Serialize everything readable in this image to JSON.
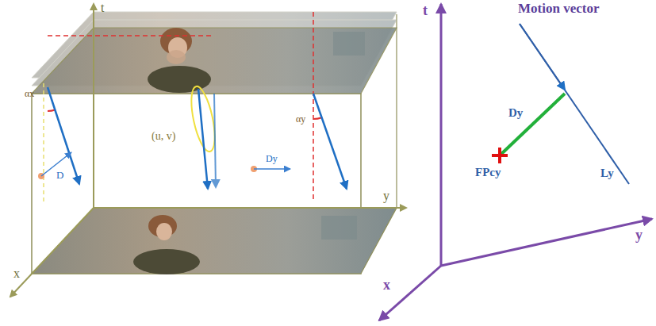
{
  "diagram": {
    "labels": [
      "t",
      "y",
      "x",
      "αx",
      "D",
      "(u, v)",
      "αy",
      "Dy",
      "t",
      "Motion vector",
      "Dy",
      "FPcy",
      "Ly",
      "y",
      "x"
    ]
  }
}
